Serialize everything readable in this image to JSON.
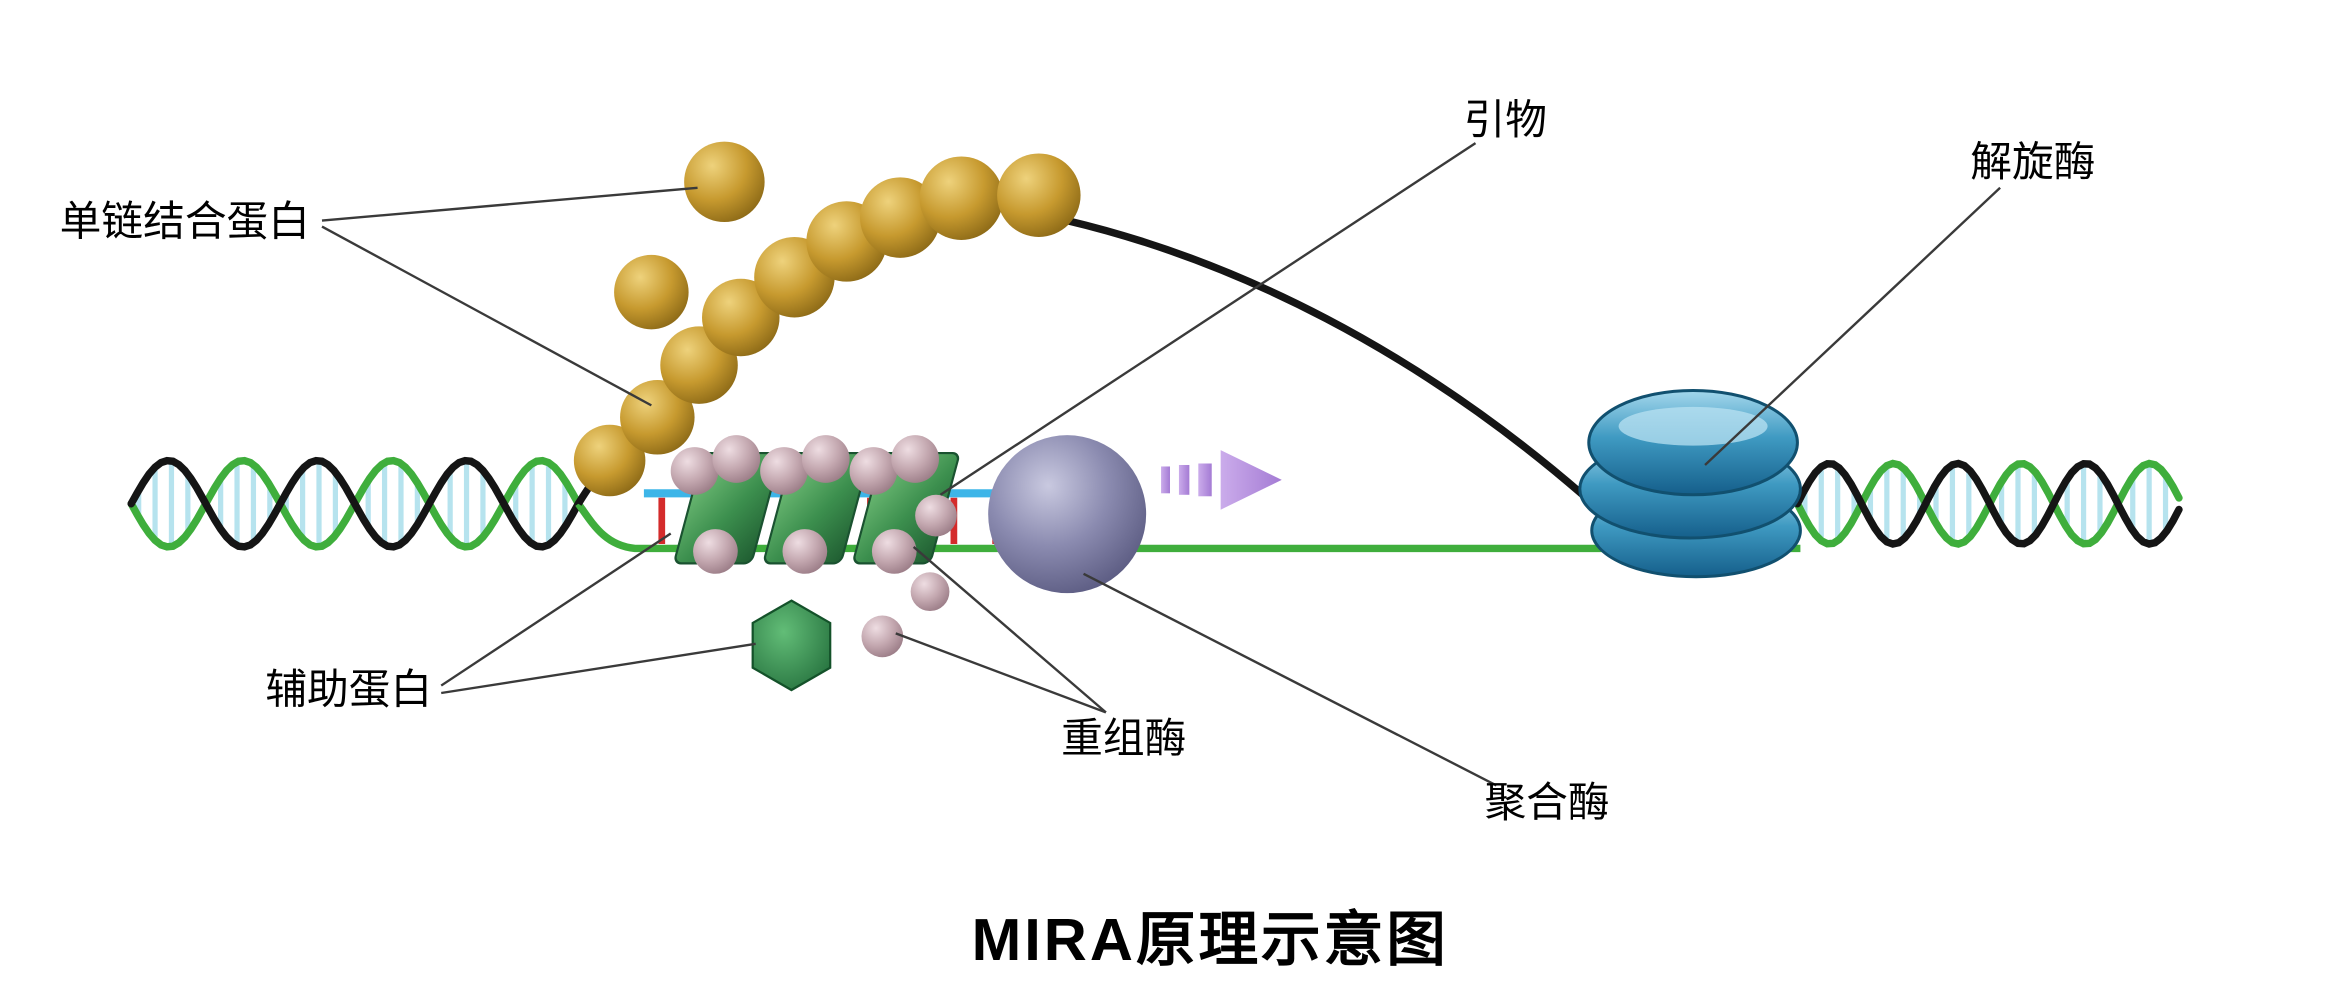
{
  "title": "MIRA原理示意图",
  "labels": {
    "ssb": "单链结合蛋白",
    "primer": "引物",
    "helicase": "解旋酶",
    "auxiliary": "辅助蛋白",
    "recombinase": "重组酶",
    "polymerase": "聚合酶"
  },
  "colors": {
    "background": "#ffffff",
    "dna_strand_black": "#151515",
    "dna_strand_green": "#3fae3c",
    "dna_rung": "#b6e3ee",
    "primer_line": "#3db5e8",
    "base_pair_tick": "#d42b2b",
    "ssb_sphere": "#b8860b",
    "recombinase_plate": "#3c8f4e",
    "recombinase_sphere": "#c3a7af",
    "auxiliary_hexagon": "#2e8b4f",
    "polymerase_sphere": "#62628c",
    "direction_arrow": "#b491dc",
    "helicase_body": "#2e84ad",
    "leader_line": "#3a3a3a",
    "label_text": "#000000"
  }
}
